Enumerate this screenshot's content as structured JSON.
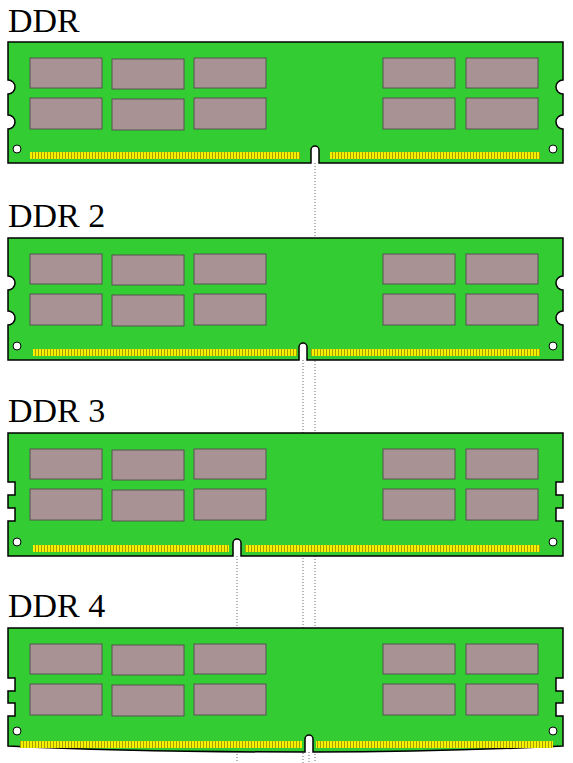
{
  "diagram": {
    "labels": [
      "DDR",
      "DDR 2",
      "DDR 3",
      "DDR 4"
    ]
  }
}
